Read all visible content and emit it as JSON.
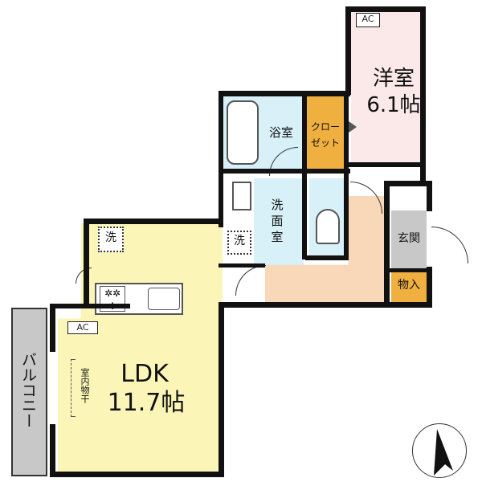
{
  "floorplan": {
    "rooms": {
      "western_room": {
        "name": "洋室",
        "size": "6.1帖",
        "color": "#fbe9ea"
      },
      "bathroom": {
        "name": "浴室",
        "color": "#d8f0f8"
      },
      "closet": {
        "name": "クロー\nゼット",
        "color": "#f0b040"
      },
      "washroom": {
        "name": "洗\n面\n室",
        "color": "#d8f0f8"
      },
      "toilet": {
        "color": "#d8f0f8"
      },
      "hallway": {
        "color": "#f8d8b8"
      },
      "entrance": {
        "name": "玄関",
        "color": "#c8c8c8"
      },
      "storage": {
        "name": "物入",
        "color": "#f0b040"
      },
      "ldk": {
        "name": "LDK",
        "size": "11.7帖",
        "color": "#fbf6b8"
      },
      "balcony": {
        "name": "バルコニー",
        "color": "#c8c8c8"
      }
    },
    "labels": {
      "ac": "AC",
      "indoor_drying": "室内物干",
      "washer": "洗",
      "washer_ldk": "洗"
    },
    "compass": {
      "direction": "north"
    }
  }
}
